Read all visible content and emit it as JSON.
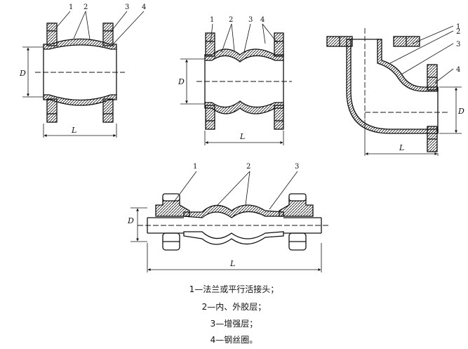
{
  "figures": {
    "fig1": {
      "callouts": [
        "1",
        "2",
        "3",
        "4"
      ],
      "dim_d": "D",
      "dim_l": "L"
    },
    "fig2": {
      "callouts": [
        "1",
        "2",
        "3",
        "4"
      ],
      "dim_d": "D",
      "dim_l": "L"
    },
    "fig3": {
      "callouts": [
        "1",
        "2",
        "3",
        "4"
      ],
      "dim_d": "D",
      "dim_l": "L"
    },
    "fig4": {
      "callouts": [
        "1",
        "2",
        "3"
      ],
      "dim_d": "D",
      "dim_l": "L"
    }
  },
  "legend": [
    "1—法兰或平行活接头；",
    "2—内、外胶层；",
    "3—增强层；",
    "4—钢丝圈。"
  ]
}
